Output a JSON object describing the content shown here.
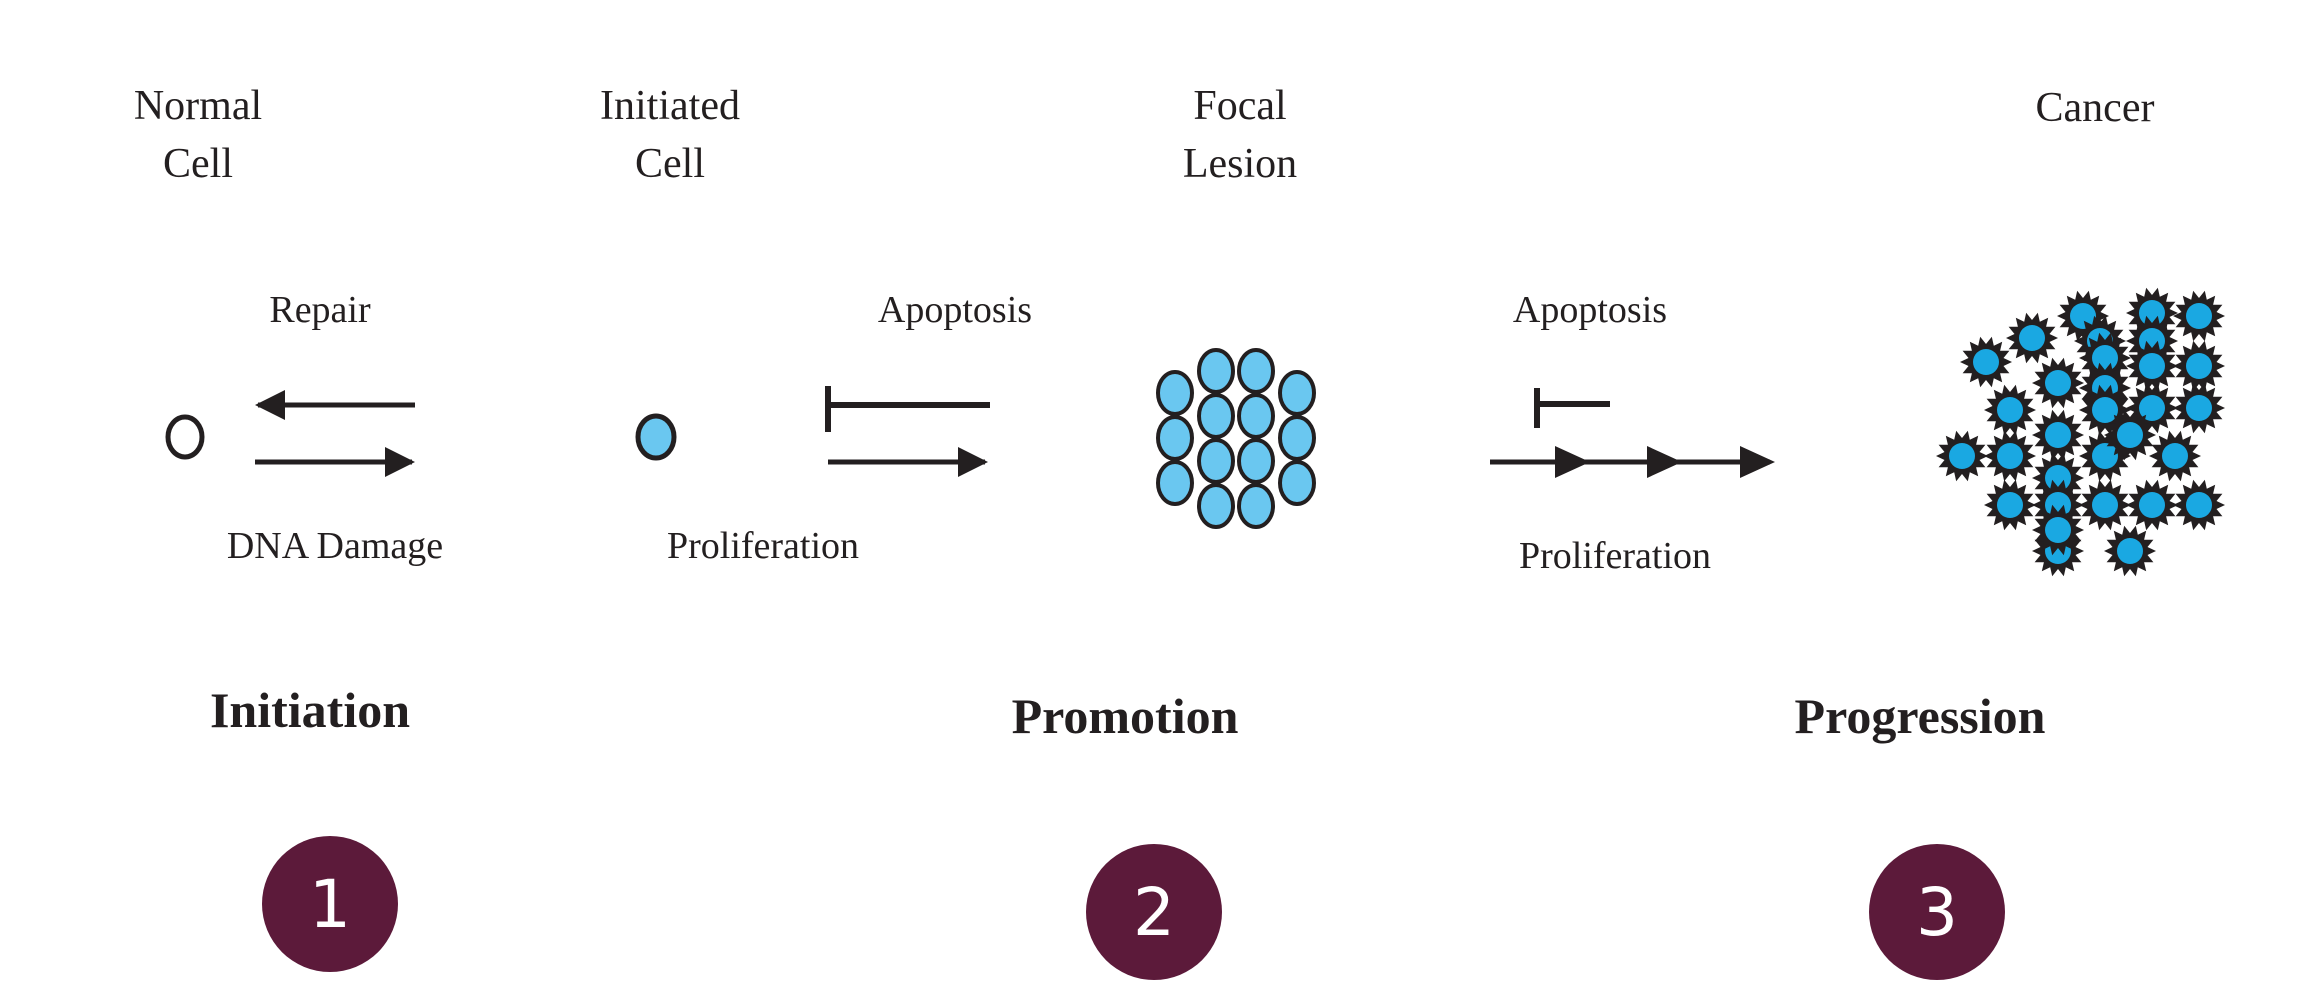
{
  "stages": {
    "normal_cell": "Normal\nCell",
    "initiated_cell": "Initiated\nCell",
    "focal_lesion": "Focal\nLesion",
    "cancer": "Cancer"
  },
  "processes": {
    "repair": "Repair",
    "dna_damage": "DNA Damage",
    "apoptosis_1": "Apoptosis",
    "proliferation_1": "Proliferation",
    "apoptosis_2": "Apoptosis",
    "proliferation_2": "Proliferation"
  },
  "phases": {
    "initiation": "Initiation",
    "promotion": "Promotion",
    "progression": "Progression"
  },
  "badges": [
    "1",
    "2",
    "3"
  ],
  "colors": {
    "cell_fill": "#6ac7f0",
    "cancer_fill": "#1aa8e2",
    "outline": "#231f20",
    "badge": "#5c1a3a"
  }
}
